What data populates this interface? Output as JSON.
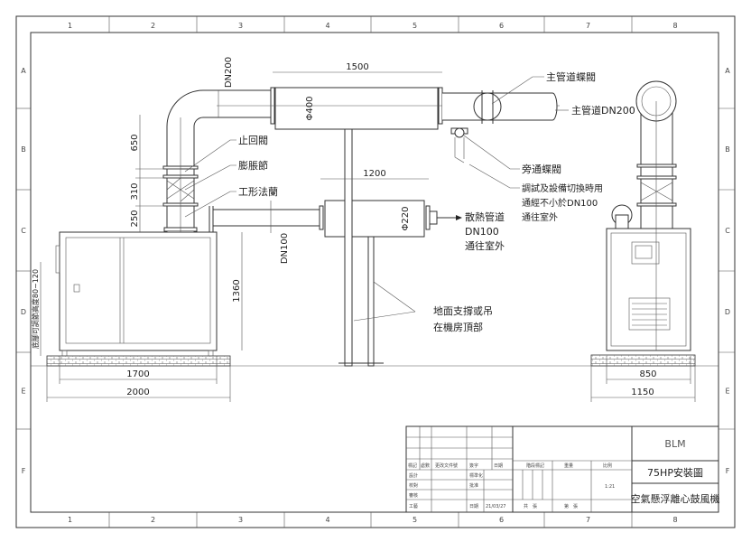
{
  "frame": {
    "columns": [
      "1",
      "2",
      "3",
      "4",
      "5",
      "6",
      "7",
      "8"
    ],
    "rows": [
      "A",
      "B",
      "C",
      "D",
      "E",
      "F"
    ]
  },
  "dimensions": {
    "main_span": "1500",
    "branch_span": "1200",
    "elbow_height": "650",
    "joint_height": "310",
    "flange_height": "250",
    "unit_height": "1360",
    "left_inner_width": "1700",
    "left_outer_width": "2000",
    "right_inner_width": "850",
    "right_outer_width": "1150",
    "main_dn": "DN200",
    "branch_dn": "DN100",
    "main_silencer_dia": "Φ400",
    "branch_silencer_dia": "Φ220",
    "foot_adjust": "底腳可調節高度80~120"
  },
  "callouts": {
    "check_valve": "止回閥",
    "expansion_joint": "膨脹節",
    "i_flange": "工形法蘭",
    "main_butterfly_valve": "主管道蝶閥",
    "main_pipe": "主管道DN200",
    "bypass_valve": "旁通蝶閥",
    "bypass_note": [
      "調試及設備切換時用",
      "通經不小於DN100",
      "通往室外"
    ],
    "cooling_pipe": [
      "散熱管道",
      "DN100",
      "通往室外"
    ],
    "support_note": [
      "地面支撐或吊",
      "在機房頂部"
    ]
  },
  "title_block": {
    "company": "BLM",
    "drawing_title": "75HP安裝圖",
    "product": "空氣懸浮離心鼓風機",
    "revision_headers": [
      "標記",
      "處數",
      "更改文件號",
      "簽字",
      "日期"
    ],
    "roles": [
      "設計",
      "校對",
      "審核",
      "工藝"
    ],
    "approvals": [
      "標準化",
      "批准",
      "日期"
    ],
    "date": "21/03/27",
    "stage_label": "階段標記",
    "weight_label": "重量",
    "scale_label": "比例",
    "scale": "1:21",
    "sheets_total": "共　張",
    "sheet_no": "第　張"
  }
}
